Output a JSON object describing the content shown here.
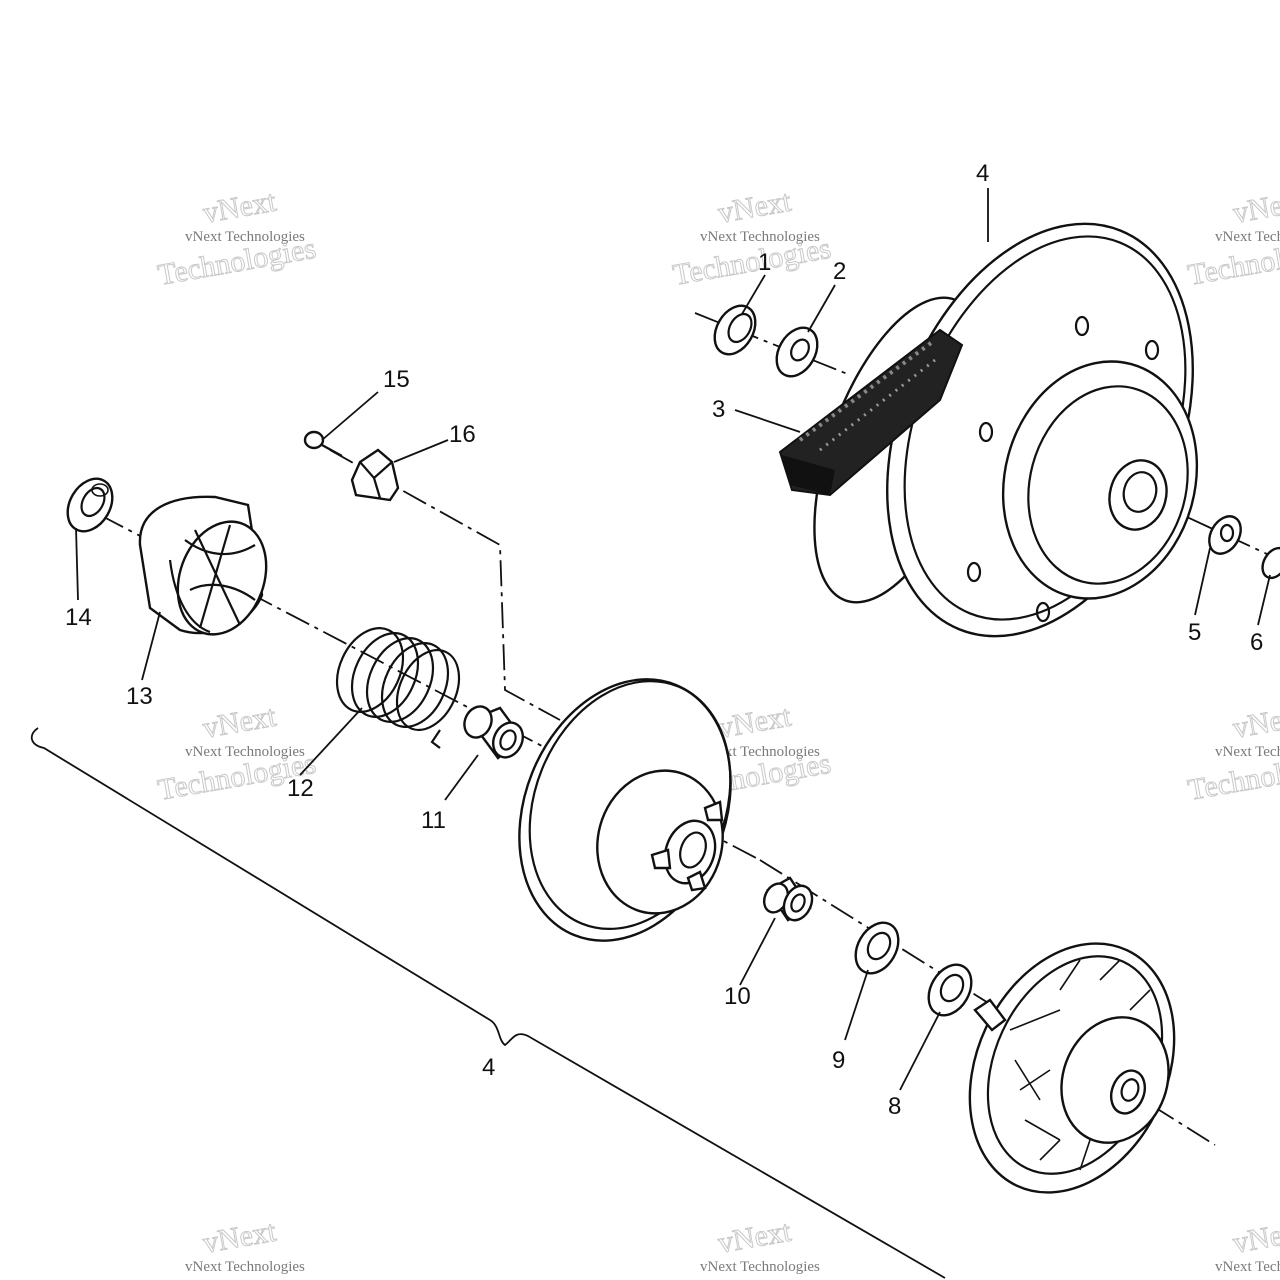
{
  "diagram": {
    "part_labels": {
      "p1": "1",
      "p2": "2",
      "p3": "3",
      "p4_top": "4",
      "p5": "5",
      "p6": "6",
      "p8": "8",
      "p9": "9",
      "p10": "10",
      "p11": "11",
      "p12": "12",
      "p13": "13",
      "p14": "14",
      "p15": "15",
      "p16": "16",
      "p4_bracket": "4"
    }
  },
  "watermark": {
    "small": "vNext Technologies",
    "big_line1": "vNext",
    "big_line2": "Technologies"
  }
}
